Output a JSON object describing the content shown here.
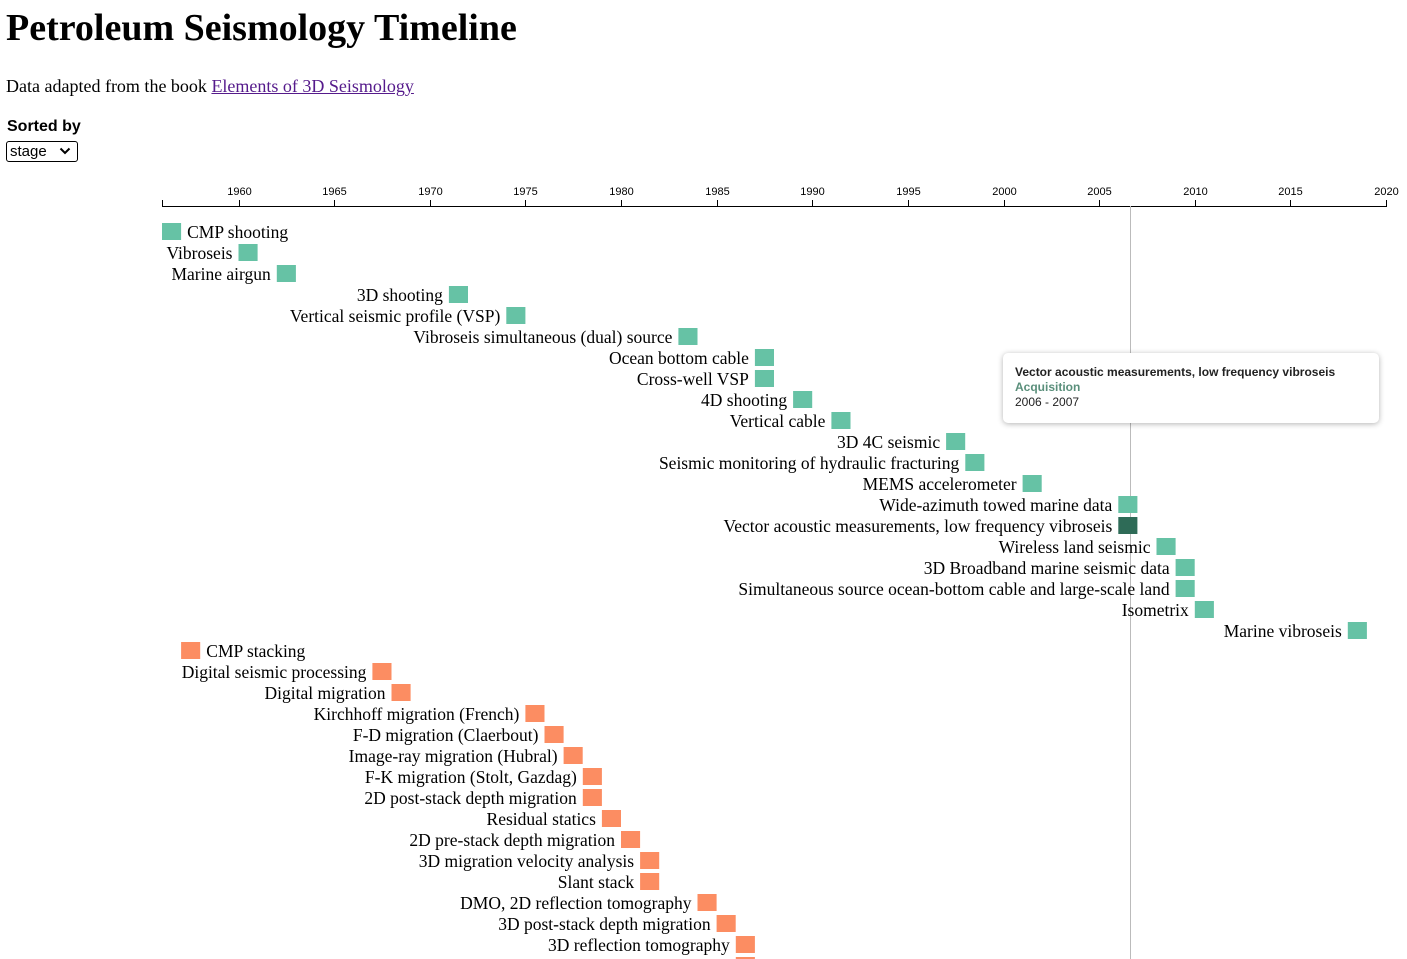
{
  "title": "Petroleum Seismology Timeline",
  "subtitle": {
    "text": "Data adapted from the book ",
    "link_text": "Elements of 3D Seismology"
  },
  "controls": {
    "sort_label": "Sorted by",
    "sort_value": "stage",
    "sort_options": [
      "stage"
    ]
  },
  "colors": {
    "Acquisition": "#66c2a5",
    "Processing": "#fc8d62",
    "highlight": "#2e6b57",
    "hover_line": "#bbbbbb"
  },
  "tooltip": {
    "title": "Vector acoustic measurements, low frequency vibroseis",
    "stage": "Acquisition",
    "years": "2006 - 2007",
    "stage_color": "#5a8f7b"
  },
  "chart_data": {
    "type": "timeline",
    "x_axis": {
      "domain": [
        1956,
        2020
      ],
      "ticks": [
        1960,
        1965,
        1970,
        1975,
        1980,
        1985,
        1990,
        1995,
        2000,
        2005,
        2010,
        2015,
        2020
      ]
    },
    "hover_year": 2006.6,
    "highlighted": "Vector acoustic measurements, low frequency vibroseis",
    "events": [
      {
        "name": "CMP shooting",
        "stage": "Acquisition",
        "start": 1956,
        "end": 1957
      },
      {
        "name": "Vibroseis",
        "stage": "Acquisition",
        "start": 1960,
        "end": 1961
      },
      {
        "name": "Marine airgun",
        "stage": "Acquisition",
        "start": 1962,
        "end": 1963
      },
      {
        "name": "3D shooting",
        "stage": "Acquisition",
        "start": 1971,
        "end": 1972
      },
      {
        "name": "Vertical seismic profile (VSP)",
        "stage": "Acquisition",
        "start": 1974,
        "end": 1975
      },
      {
        "name": "Vibroseis simultaneous (dual) source",
        "stage": "Acquisition",
        "start": 1983,
        "end": 1984
      },
      {
        "name": "Ocean bottom cable",
        "stage": "Acquisition",
        "start": 1987,
        "end": 1988
      },
      {
        "name": "Cross-well VSP",
        "stage": "Acquisition",
        "start": 1987,
        "end": 1988
      },
      {
        "name": "4D shooting",
        "stage": "Acquisition",
        "start": 1989,
        "end": 1990
      },
      {
        "name": "Vertical cable",
        "stage": "Acquisition",
        "start": 1991,
        "end": 1992
      },
      {
        "name": "3D 4C seismic",
        "stage": "Acquisition",
        "start": 1997,
        "end": 1998
      },
      {
        "name": "Seismic monitoring of hydraulic fracturing",
        "stage": "Acquisition",
        "start": 1998,
        "end": 1999
      },
      {
        "name": "MEMS accelerometer",
        "stage": "Acquisition",
        "start": 2001,
        "end": 2002
      },
      {
        "name": "Wide-azimuth towed marine data",
        "stage": "Acquisition",
        "start": 2006,
        "end": 2007
      },
      {
        "name": "Vector acoustic measurements, low frequency vibroseis",
        "stage": "Acquisition",
        "start": 2006,
        "end": 2007
      },
      {
        "name": "Wireless land seismic",
        "stage": "Acquisition",
        "start": 2008,
        "end": 2009
      },
      {
        "name": "3D Broadband marine seismic data",
        "stage": "Acquisition",
        "start": 2009,
        "end": 2010
      },
      {
        "name": "Simultaneous source ocean-bottom cable and large-scale land",
        "stage": "Acquisition",
        "start": 2009,
        "end": 2010
      },
      {
        "name": "Isometrix",
        "stage": "Acquisition",
        "start": 2010,
        "end": 2011
      },
      {
        "name": "Marine vibroseis",
        "stage": "Acquisition",
        "start": 2018,
        "end": 2019
      },
      {
        "name": "CMP stacking",
        "stage": "Processing",
        "start": 1957,
        "end": 1958
      },
      {
        "name": "Digital seismic processing",
        "stage": "Processing",
        "start": 1967,
        "end": 1968
      },
      {
        "name": "Digital migration",
        "stage": "Processing",
        "start": 1968,
        "end": 1969
      },
      {
        "name": "Kirchhoff migration (French)",
        "stage": "Processing",
        "start": 1975,
        "end": 1976
      },
      {
        "name": "F-D migration (Claerbout)",
        "stage": "Processing",
        "start": 1976,
        "end": 1977
      },
      {
        "name": "Image-ray migration (Hubral)",
        "stage": "Processing",
        "start": 1977,
        "end": 1978
      },
      {
        "name": "F-K migration (Stolt, Gazdag)",
        "stage": "Processing",
        "start": 1978,
        "end": 1979
      },
      {
        "name": "2D post-stack depth migration",
        "stage": "Processing",
        "start": 1978,
        "end": 1979
      },
      {
        "name": "Residual statics",
        "stage": "Processing",
        "start": 1979,
        "end": 1980
      },
      {
        "name": "2D pre-stack depth migration",
        "stage": "Processing",
        "start": 1980,
        "end": 1981
      },
      {
        "name": "3D migration velocity analysis",
        "stage": "Processing",
        "start": 1981,
        "end": 1982
      },
      {
        "name": "Slant stack",
        "stage": "Processing",
        "start": 1981,
        "end": 1982
      },
      {
        "name": "DMO, 2D reflection tomography",
        "stage": "Processing",
        "start": 1984,
        "end": 1985
      },
      {
        "name": "3D post-stack depth migration",
        "stage": "Processing",
        "start": 1985,
        "end": 1986
      },
      {
        "name": "3D reflection tomography",
        "stage": "Processing",
        "start": 1986,
        "end": 1987
      },
      {
        "name": "",
        "stage": "Processing",
        "start": 1986,
        "end": 1987
      }
    ]
  }
}
